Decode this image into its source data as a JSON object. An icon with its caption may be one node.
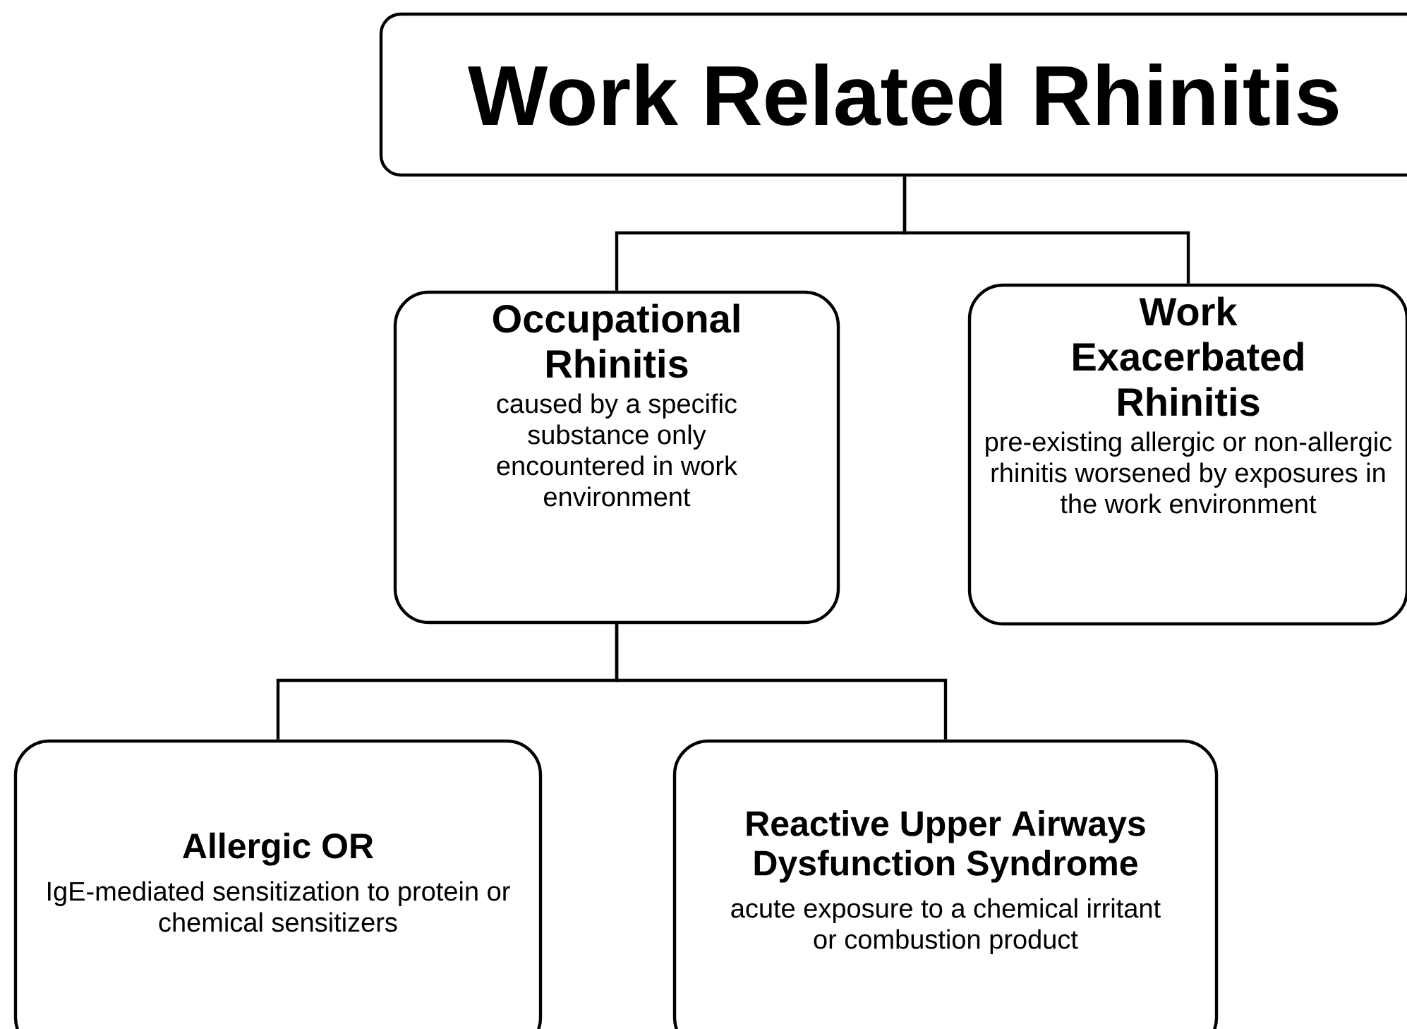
{
  "diagram": {
    "nodes": [
      {
        "text": [
          "Work Related Rhinitis"
        ]
      },
      {
        "text": [
          "Occupational Rhinitis",
          "caused by a specific substance only encountered in work environment"
        ]
      },
      {
        "text": [
          "Work Exacerbated Rhinitis",
          "pre-existing allergic or non-allergic rhinitis worsened by exposures in the work environment"
        ]
      },
      {
        "text": [
          "Allergic OR",
          "IgE-mediated  sensitization to protein or chemical sensitizers"
        ]
      },
      {
        "text": [
          "Reactive Upper Airways Dysfunction Syndrome",
          "acute exposure to a chemical irritant or combustion product"
        ]
      }
    ],
    "edges": [
      {
        "from": 0,
        "to": 1,
        "arrow": "none"
      },
      {
        "from": 0,
        "to": 2,
        "arrow": "none"
      },
      {
        "from": 1,
        "to": 3,
        "arrow": "none"
      },
      {
        "from": 1,
        "to": 4,
        "arrow": "none"
      }
    ]
  }
}
